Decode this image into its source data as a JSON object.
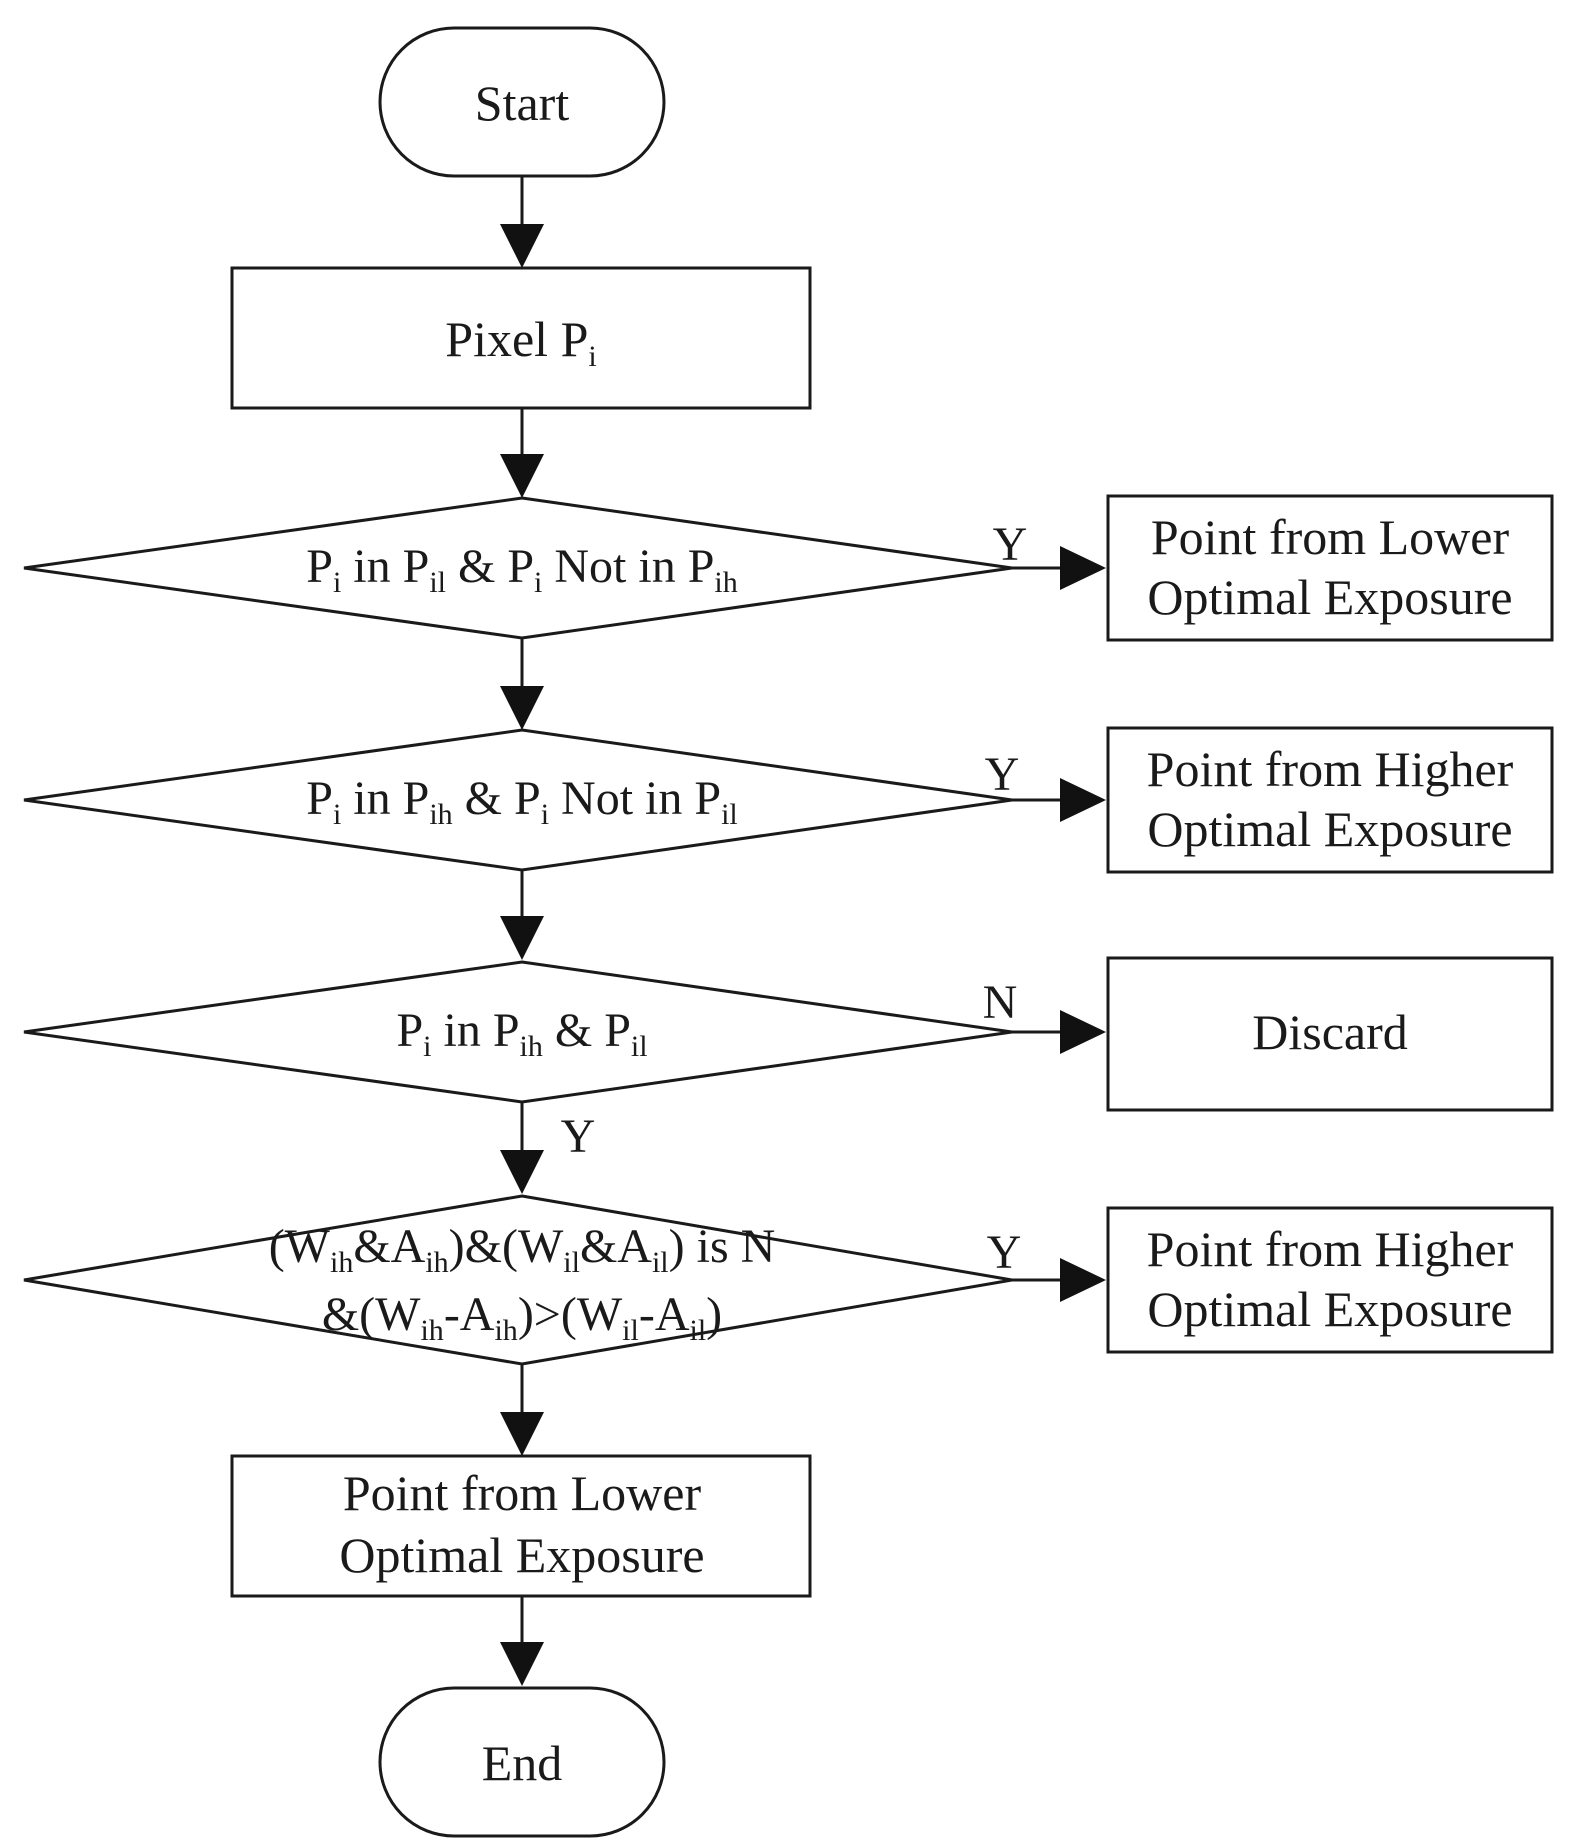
{
  "flowchart": {
    "start": "Start",
    "pixel": {
      "text": "Pixel P",
      "sub": "i"
    },
    "decisions": [
      {
        "parts": [
          [
            "P",
            ""
          ],
          [
            "i",
            "s"
          ],
          [
            " in P",
            ""
          ],
          [
            "il",
            "s"
          ],
          [
            " & P",
            ""
          ],
          [
            "i",
            "s"
          ],
          [
            " Not in P",
            ""
          ],
          [
            "ih",
            "s"
          ]
        ],
        "branch_label": "Y"
      },
      {
        "parts": [
          [
            "P",
            ""
          ],
          [
            "i",
            "s"
          ],
          [
            " in P",
            ""
          ],
          [
            "ih",
            "s"
          ],
          [
            " & P",
            ""
          ],
          [
            "i",
            "s"
          ],
          [
            " Not in P",
            ""
          ],
          [
            "il",
            "s"
          ]
        ],
        "branch_label": "Y"
      },
      {
        "parts": [
          [
            "P",
            ""
          ],
          [
            "i",
            "s"
          ],
          [
            " in P",
            ""
          ],
          [
            "ih",
            "s"
          ],
          [
            " & P",
            ""
          ],
          [
            "il",
            "s"
          ]
        ],
        "branch_label": "N",
        "down_label": "Y"
      },
      {
        "line1": [
          [
            "(W",
            ""
          ],
          [
            "ih",
            "s"
          ],
          [
            "&A",
            ""
          ],
          [
            "ih",
            "s"
          ],
          [
            ")&(W",
            ""
          ],
          [
            "il",
            "s"
          ],
          [
            "&A",
            ""
          ],
          [
            "il",
            "s"
          ],
          [
            ") is N",
            ""
          ]
        ],
        "line2": [
          [
            "&(W",
            ""
          ],
          [
            "ih",
            "s"
          ],
          [
            "-A",
            ""
          ],
          [
            "ih",
            "s"
          ],
          [
            ")>(W",
            ""
          ],
          [
            "il",
            "s"
          ],
          [
            "-A",
            ""
          ],
          [
            "il",
            "s"
          ],
          [
            ")",
            ""
          ]
        ],
        "branch_label": "Y"
      }
    ],
    "outcomes": [
      {
        "line1": "Point from Lower",
        "line2": "Optimal Exposure"
      },
      {
        "line1": "Point from Higher",
        "line2": "Optimal Exposure"
      },
      {
        "line1": "Discard",
        "line2": ""
      },
      {
        "line1": "Point from Higher",
        "line2": "Optimal Exposure"
      }
    ],
    "final": {
      "line1": "Point from Lower",
      "line2": "Optimal Exposure"
    },
    "end": "End"
  }
}
